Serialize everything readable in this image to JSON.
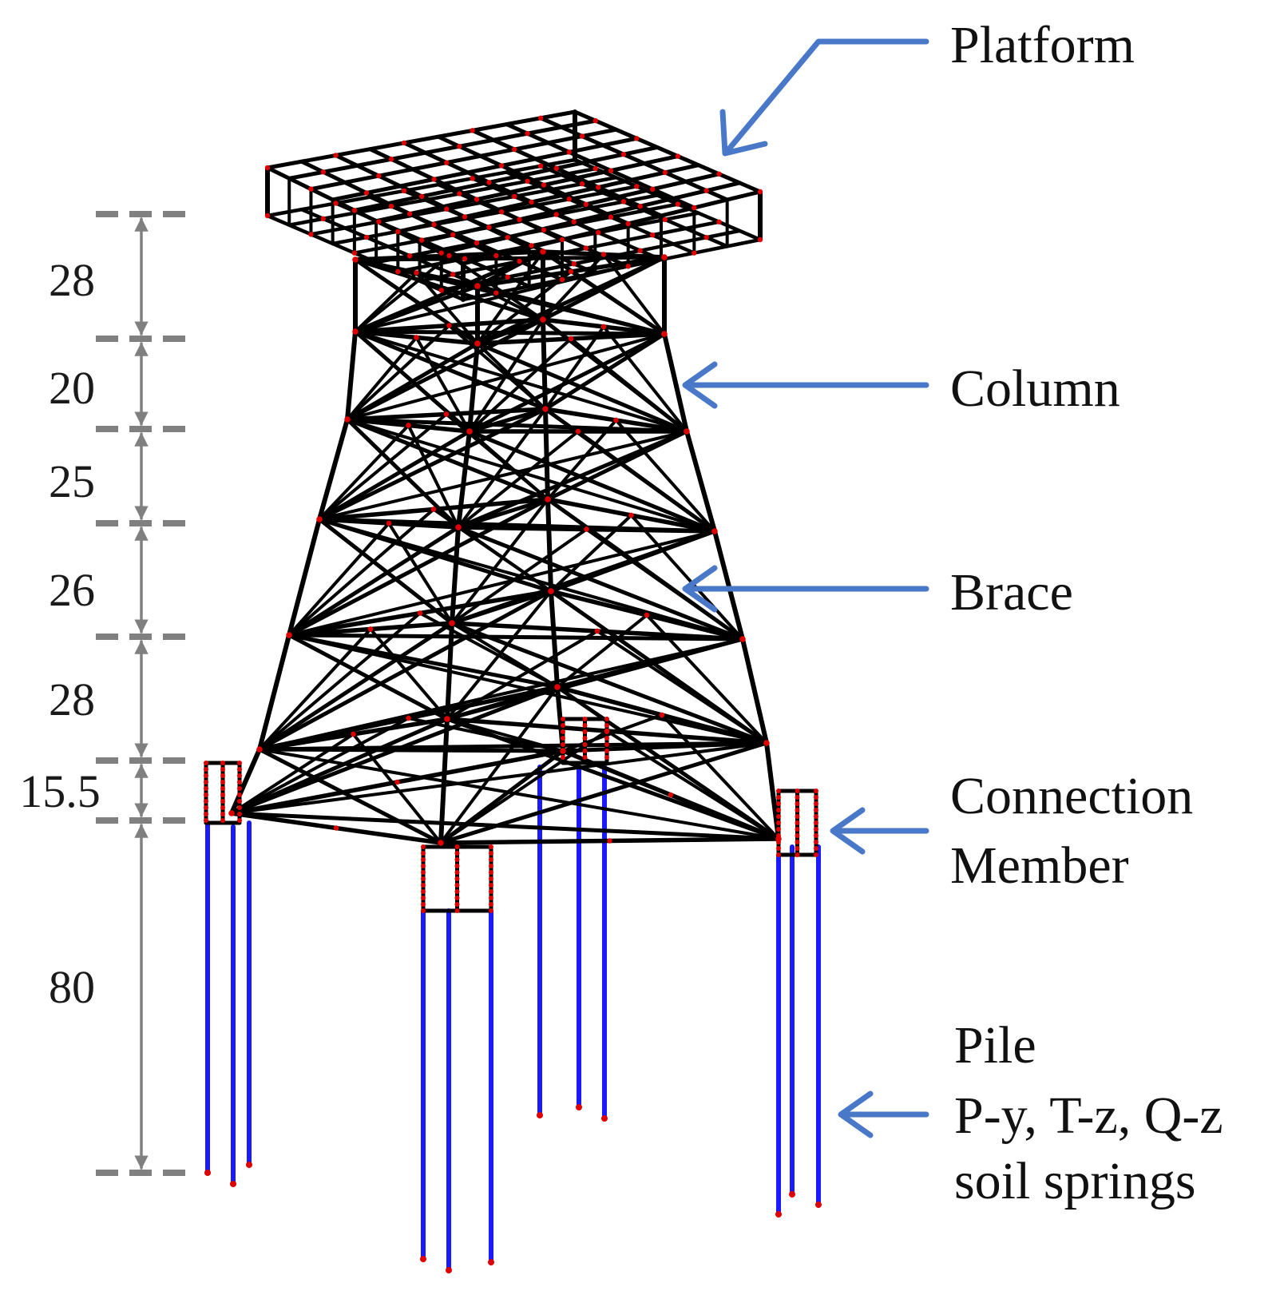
{
  "diagram": {
    "labels": {
      "platform": "Platform",
      "column": "Column",
      "brace": "Brace",
      "connection_line1": "Connection",
      "connection_line2": "Member",
      "pile_line1": "Pile",
      "pile_line2": "P-y, T-z, Q-z",
      "pile_line3": "soil springs"
    },
    "dimensions": [
      {
        "value": "28"
      },
      {
        "value": "20"
      },
      {
        "value": "25"
      },
      {
        "value": "26"
      },
      {
        "value": "28"
      },
      {
        "value": "15.5"
      },
      {
        "value": "80"
      }
    ],
    "colors": {
      "frame": "#000000",
      "node": "#e00000",
      "pile": "#1a1aff",
      "arrow": "#4a78c8",
      "dimension": "#808080"
    }
  }
}
